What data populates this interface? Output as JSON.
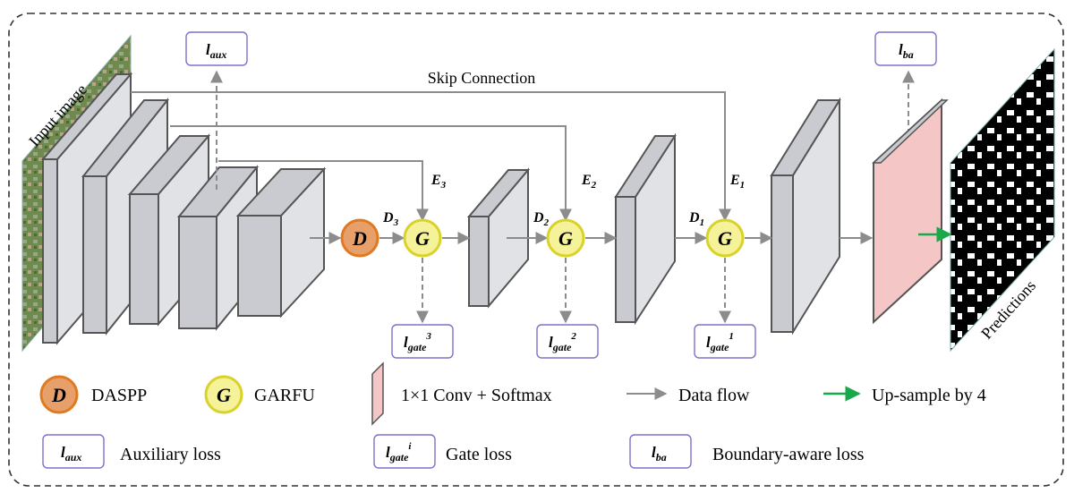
{
  "labels": {
    "input_image": "Input image",
    "predictions": "Predictions",
    "skip_connection": "Skip Connection",
    "e3": "E",
    "e3_sub": "3",
    "e2": "E",
    "e2_sub": "2",
    "e1": "E",
    "e1_sub": "1",
    "d3": "D",
    "d3_sub": "3",
    "d2": "D",
    "d2_sub": "2",
    "d1": "D",
    "d1_sub": "1"
  },
  "nodes": {
    "daspp_letter": "D",
    "garfu_letter": "G"
  },
  "losses": {
    "aux": {
      "main": "l",
      "sub": "aux"
    },
    "ba": {
      "main": "l",
      "sub": "ba"
    },
    "gate3": {
      "main": "l",
      "sub": "gate",
      "sup": "3"
    },
    "gate2": {
      "main": "l",
      "sub": "gate",
      "sup": "2"
    },
    "gate1": {
      "main": "l",
      "sub": "gate",
      "sup": "1"
    }
  },
  "legend": {
    "daspp": "DASPP",
    "garfu": "GARFU",
    "conv_softmax": "1×1 Conv + Softmax",
    "data_flow": "Data flow",
    "upsample": "Up-sample by 4",
    "aux_loss": "Auxiliary loss",
    "gate_loss": "Gate loss",
    "ba_loss": "Boundary-aware loss",
    "gate_sup": "i"
  },
  "colors": {
    "block_face": "#e1e2e6",
    "block_side": "#c9cbd0",
    "block_edge": "#555555",
    "daspp_fill": "#e8a06a",
    "daspp_edge": "#e07a22",
    "garfu_fill": "#f5f29a",
    "garfu_edge": "#d8d22a",
    "conv_fill": "#f4c6c6",
    "arrow": "#8c8c8c",
    "upsample_arrow": "#19a84a",
    "loss_box_edge": "#7b72c8"
  }
}
